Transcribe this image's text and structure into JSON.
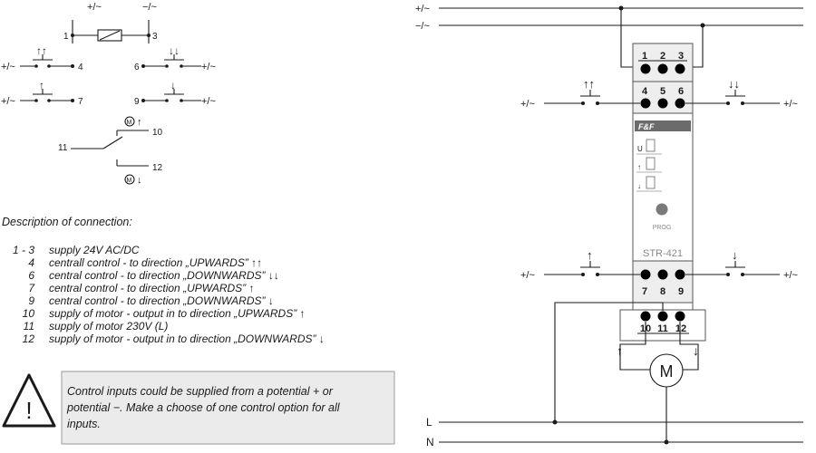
{
  "schematic": {
    "supply_plus": "+/~",
    "supply_minus": "−/~",
    "t1": "1",
    "t3": "3",
    "t4": "4",
    "t6": "6",
    "t7": "7",
    "t9": "9",
    "t10": "10",
    "t11": "11",
    "t12": "12",
    "up2": "↑↑",
    "down2": "↓↓",
    "up1": "↑",
    "down1": "↓",
    "motor_symbol": "M"
  },
  "description": {
    "heading": "Description of connection:",
    "rows": [
      {
        "term": "1 - 3",
        "text": "supply 24V AC/DC"
      },
      {
        "term": "4",
        "text": "centrall control  - to direction „UPWARDS” ↑↑"
      },
      {
        "term": "6",
        "text": "central control  - to direction „DOWNWARDS” ↓↓"
      },
      {
        "term": "7",
        "text": "central control - to direction „UPWARDS” ↑"
      },
      {
        "term": "9",
        "text": "central control  - to direction „DOWNWARDS” ↓"
      },
      {
        "term": "10",
        "text": "supply of motor - output in to direction  „UPWARDS” ↑"
      },
      {
        "term": "11",
        "text": "supply of motor 230V (L)"
      },
      {
        "term": "12",
        "text": "supply of motor - output in to direction „DOWNWARDS” ↓"
      }
    ]
  },
  "warning": {
    "icon": "warning-triangle-icon",
    "line1": "Control inputs could be supplied from a potential + or",
    "line2": "potential −. Make a choose of one control option for all",
    "line3": "inputs."
  },
  "wiring": {
    "rail_plus": "+/~",
    "rail_minus": "−/~",
    "ctrl_plus": "+/~",
    "line_L": "L",
    "line_N": "N",
    "top_terminals": [
      "1",
      "2",
      "3"
    ],
    "mid_terminals": [
      "4",
      "5",
      "6"
    ],
    "bottom_terminals": [
      "7",
      "8",
      "9"
    ],
    "motor_terminals": [
      "10",
      "11",
      "12"
    ],
    "brand": "F&F",
    "led_u": "U",
    "led_up": "↑",
    "led_down": "↓",
    "prog_label": "PROG",
    "model": "STR-421",
    "motor": "M",
    "arrow_up": "↑",
    "arrow_down": "↓",
    "up2": "↑↑",
    "down2": "↓↓",
    "up1": "↑",
    "down1": "↓"
  }
}
